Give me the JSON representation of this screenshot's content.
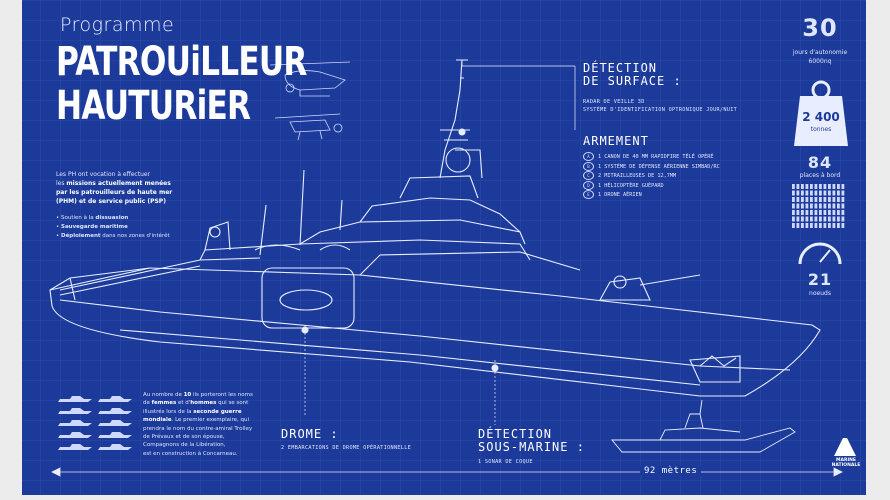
{
  "header": {
    "programme": "Programme",
    "title_line1": "PATROUiLLEUR",
    "title_line2": "HAUTURiER"
  },
  "intro": {
    "p1": "Les PH ont vocation à effectuer",
    "p2_a": "les ",
    "p2_b": "missions actuellement menées",
    "p3": "par les patrouilleurs de haute mer",
    "p4": "(PHM) et de service public (PSP)"
  },
  "missions": [
    {
      "strong": "Soutien à la ",
      "b": "dissuasion",
      "rest": ""
    },
    {
      "strong": "Sauvegarde maritime",
      "b": "",
      "rest": ""
    },
    {
      "strong": "Déploiement",
      "b": "",
      "rest": " dans nos zones d'intérêt"
    }
  ],
  "detection_surface": {
    "title1": "DÉTECTION",
    "title2": "DE SURFACE :",
    "line1": "RADAR DE VEILLE 3D",
    "line2": "SYSTÈME D'IDENTIFICATION OPTRONIQUE JOUR/NUIT"
  },
  "armement": {
    "title": "ARMEMENT",
    "items": [
      {
        "n": "A",
        "text": "1 CANON DE 40 MM RAPIDFIRE TÉLÉ OPÉRÉ"
      },
      {
        "n": "B",
        "text": "1 SYSTÈME DE DÉFENSE AÉRIENNE SIMBAD/RC"
      },
      {
        "n": "C",
        "text": "2 MITRAILLEUSES DE 12,7MM"
      },
      {
        "n": "D",
        "text": "1 HÉLICOPTÈRE GUÉPARD"
      },
      {
        "n": "E",
        "text": "1 DRONE AÉRIEN"
      }
    ]
  },
  "stats": {
    "autonomie_num": "30",
    "autonomie_label": "jours d'autonomie",
    "autonomie_nq": "6000nq",
    "tonnes_num": "2 400",
    "tonnes_label": "tonnes",
    "places_num": "84",
    "places_label": "places à bord",
    "noeuds_num": "21",
    "noeuds_label": "noeuds"
  },
  "drome": {
    "title": "DROME :",
    "text": "2 EMBARCATIONS DE DROME OPÉRATIONNELLE"
  },
  "detection_sous_marine": {
    "title1": "DÉTECTION",
    "title2": "SOUS-MARINE :",
    "text": "1 SONAR DE COQUE"
  },
  "history": {
    "l1_a": "Au nombre de ",
    "l1_b": "10",
    "l1_c": " ils porteront les noms",
    "l2_a": "de ",
    "l2_b": "femmes",
    "l2_c": " et d'",
    "l2_d": "hommes",
    "l2_e": " qui se sont",
    "l3_a": "illustrés lors de la ",
    "l3_b": "seconde guerre",
    "l4_a": "mondiale",
    "l4_b": ". Le premier exemplaire, qui",
    "l5": "prendra le nom du contre-amiral Trolley",
    "l6": "de Prévaux et de son épouse,",
    "l7": "Compagnons de la Libération,",
    "l8": "est en construction à Concarneau."
  },
  "length": "92 mètres",
  "logo": {
    "line1": "MARINE",
    "line2": "NATIONALE"
  },
  "colors": {
    "background": "#1c3a99",
    "grid": "#3a58b6",
    "line": "#ffffff"
  }
}
